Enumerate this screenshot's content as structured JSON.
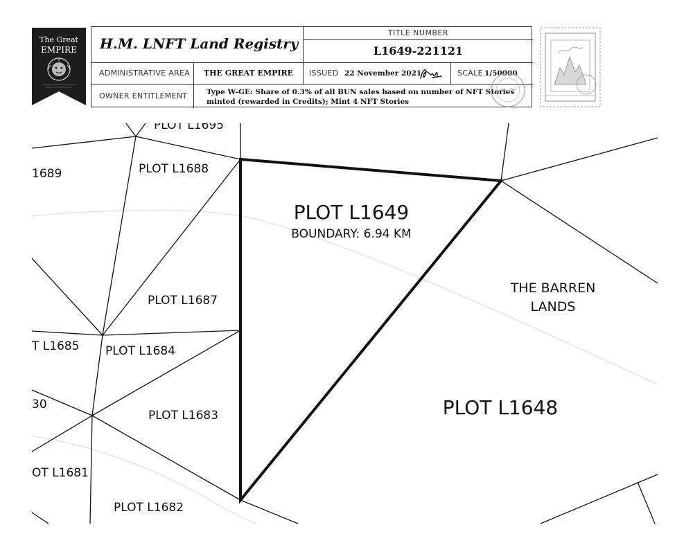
{
  "registry": {
    "title": "H.M. LNFT Land Registry",
    "title_number_label": "TITLE NUMBER",
    "title_number": "L1649-221121",
    "admin_area_label": "ADMINISTRATIVE AREA",
    "admin_area": "THE GREAT EMPIRE",
    "issued_label": "ISSUED",
    "issued_date": "22 November 2021",
    "scale_label": "SCALE",
    "scale": "1/50000",
    "owner_label": "OWNER ENTITLEMENT",
    "owner_entitlement": "Type W-GE: Share of 0.3% of all BUN sales based on number of NFT Stories minted (rewarded in Credits); Mint 4 NFT Stories"
  },
  "badge": {
    "line1": "The Great",
    "line2": "EMPIRE"
  },
  "map": {
    "main_plot": "PLOT L1649",
    "main_boundary": "BOUNDARY: 6.94 KM",
    "region": [
      "THE BARREN",
      "LANDS"
    ],
    "plots": {
      "l1695": "PLOT L1695",
      "l1688": "PLOT L1688",
      "l1689": "1689",
      "l1687": "PLOT L1687",
      "l1685": "T L1685",
      "l1684": "PLOT L1684",
      "l1680": "30",
      "l1683": "PLOT L1683",
      "l1681": "OT L1681",
      "l1682": "PLOT L1682",
      "l1648": "PLOT L1648"
    }
  }
}
